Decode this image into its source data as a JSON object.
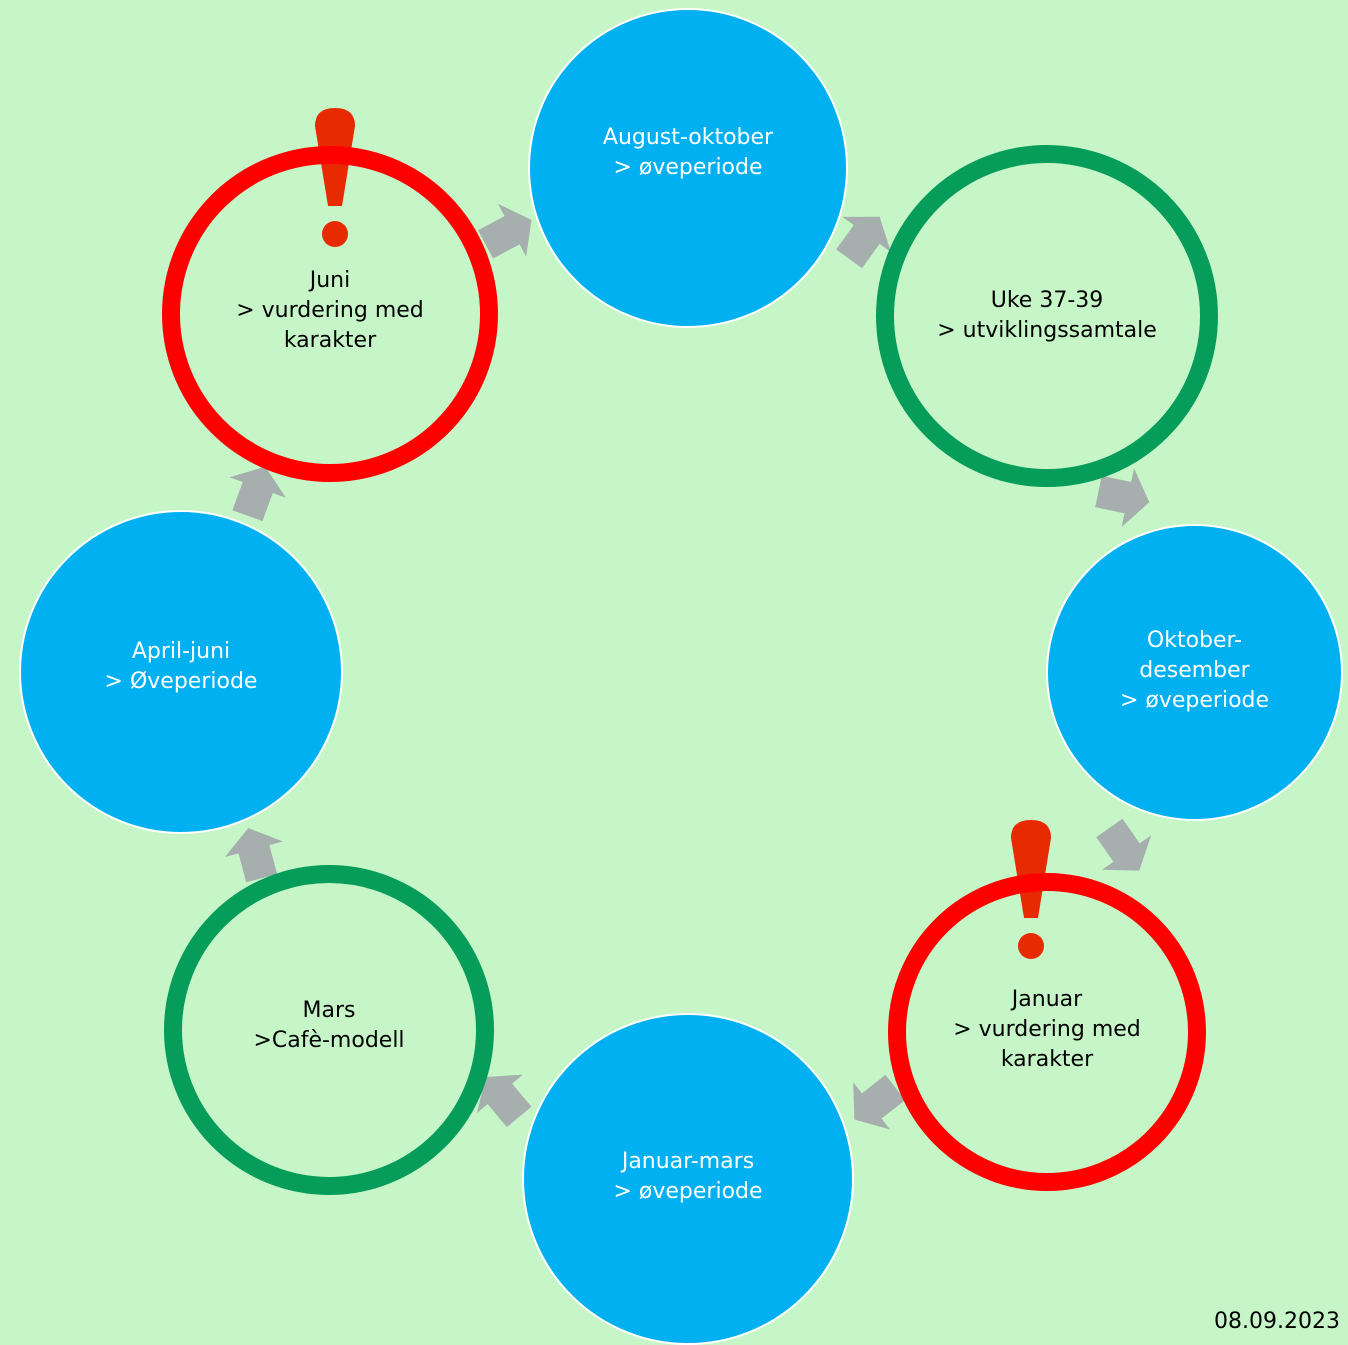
{
  "colors": {
    "background": "#c6f6c8",
    "practice_fill": "#00b0f0",
    "conversation_ring": "#069c5a",
    "assessment_ring": "#ff0000",
    "arrow": "#a6aeae",
    "exclamation": "#e82a00"
  },
  "nodes": [
    {
      "id": "aug-okt",
      "kind": "practice",
      "label": "August-oktober\n> øveperiode"
    },
    {
      "id": "uke",
      "kind": "conversation",
      "label": "Uke 37-39\n> utviklingssamtale"
    },
    {
      "id": "okt-des",
      "kind": "practice",
      "label": "Oktober-\ndesember\n> øveperiode"
    },
    {
      "id": "januar",
      "kind": "assessment",
      "label": "Januar\n> vurdering med\nkarakter",
      "marker": "exclamation-icon"
    },
    {
      "id": "jan-mars",
      "kind": "practice",
      "label": "Januar-mars\n> øveperiode"
    },
    {
      "id": "mars",
      "kind": "conversation",
      "label": "Mars\n>Cafè-modell"
    },
    {
      "id": "apr-juni",
      "kind": "practice",
      "label": "April-juni\n> Øveperiode"
    },
    {
      "id": "juni",
      "kind": "assessment",
      "label": "Juni\n> vurdering med\nkarakter",
      "marker": "exclamation-icon"
    }
  ],
  "footer": {
    "date": "08.09.2023"
  }
}
